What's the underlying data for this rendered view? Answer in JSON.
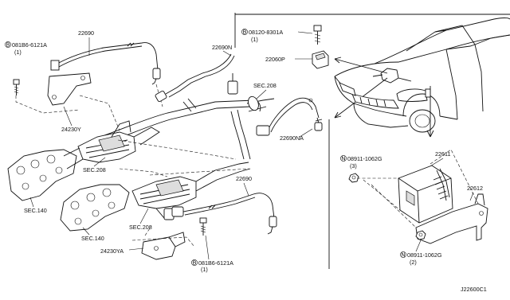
{
  "callouts": {
    "sensor_upper_left": "22690",
    "bolt_spec_upper_left": "081B6-6121A",
    "bolt_qty_upper_left": "(1)",
    "bracket_left": "24230Y",
    "sensor_upper_mid": "22690N",
    "sec208_upper": "SEC.208",
    "sensor_na": "22690NA",
    "sec208_mid_left": "SEC.208",
    "sec140_upper": "SEC.140",
    "sec140_lower": "SEC.140",
    "sec208_lower": "SEC.208",
    "sensor_lower": "22690",
    "bracket_lower": "24230YA",
    "bolt_spec_lower": "081B6-6121A",
    "bolt_qty_lower": "(1)",
    "bolt_spec_inset": "08120-8301A",
    "bolt_qty_inset": "(1)",
    "relay_inset": "22060P",
    "nut_spec_top": "08911-1062G",
    "nut_qty_top": "(3)",
    "ecm": "22611",
    "ecm_bracket": "22612",
    "nut_spec_bottom": "08911-1062G",
    "nut_qty_bottom": "(2)",
    "diagram_code": "J22600C1"
  },
  "symbols": {
    "bolt_marker": "B",
    "nut_marker": "N"
  }
}
